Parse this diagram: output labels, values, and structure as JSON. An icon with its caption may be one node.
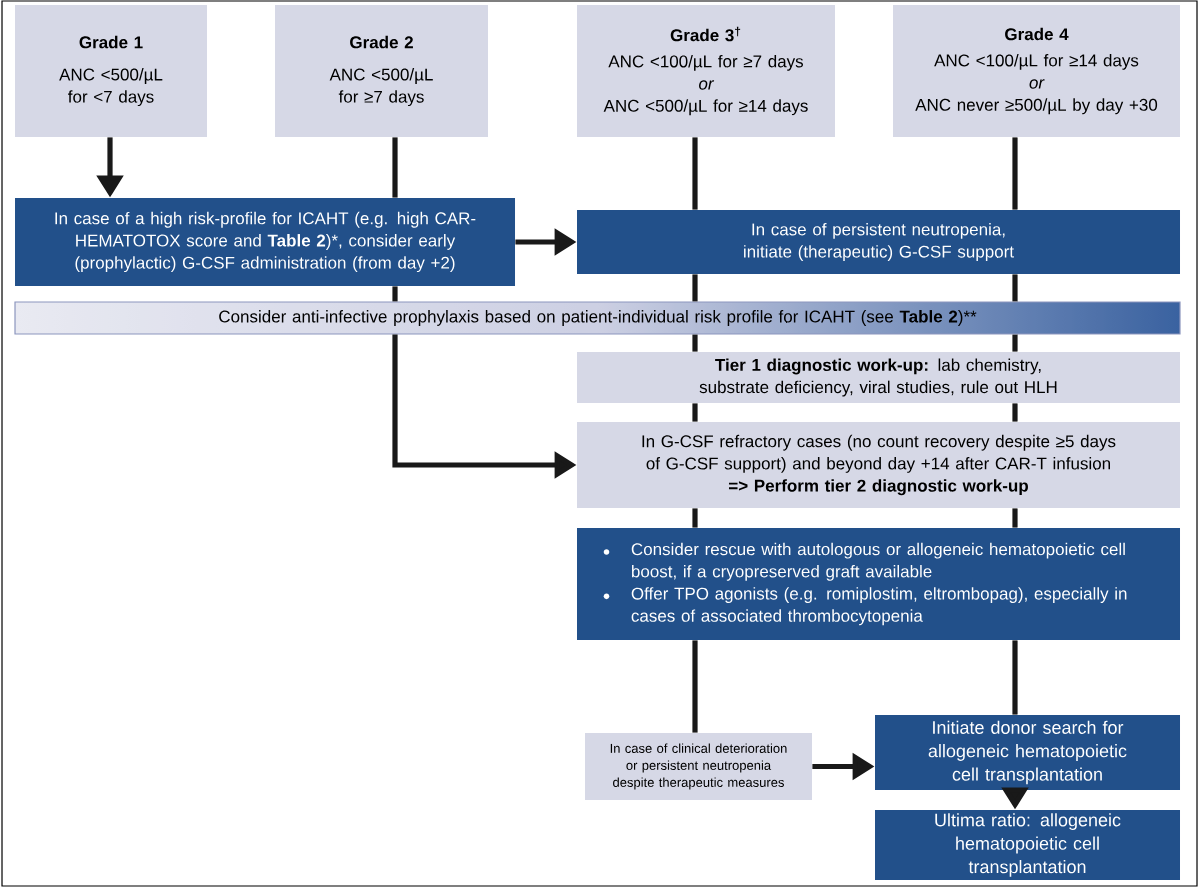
{
  "diagram": {
    "nodes": [
      {
        "text": [
          "Grade 1",
          "ANC <500/µL for <7 days"
        ]
      },
      {
        "text": [
          "Grade 2",
          "ANC <500/µL for ≥7 days"
        ]
      },
      {
        "text": [
          "Grade 3$^{†}$",
          "ANC <100/µL for ≥7 days",
          "or",
          "ANC <500/µL for ≥14 days"
        ]
      },
      {
        "text": [
          "Grade 4",
          "ANC <100/µL for ≥14 days",
          "or",
          "ANC never ≥500/µL by day +30"
        ]
      },
      {
        "text": [
          "In case of a high risk-profile for ICAHT (e.g. high CAR-HEMATOTOX score and **Table 2**)*, consider early (prophylactic) G-CSF administration (from day +2)"
        ]
      },
      {
        "text": [
          "In case of persistent neutropenia, initiate (therapeutic) G-CSF support"
        ]
      },
      {
        "text": [
          "Consider anti-infective prophylaxis based on patient-individual risk profile for ICAHT (see **Table 2**)**"
        ]
      },
      {
        "text": [
          "**Tier 1 diagnostic work-up:** lab chemistry, substrate deficiency, viral studies, rule out HLH"
        ]
      },
      {
        "text": [
          "In G-CSF refractory cases (no count recovery despite ≥5 days of G-CSF support) and beyond day +14 after CAR-T infusion",
          "=> Perform tier 2 diagnostic work-up"
        ]
      },
      {
        "text": [
          "Consider rescue with autologous or allogeneic hematopoietic cell boost, if a cryopreserved graft available",
          "Offer TPO agonists (e.g. romiplostim, eltrombopag), especially in cases of associated thrombocytopenia"
        ]
      },
      {
        "text": [
          "In case of clinical deterioration or persistent neutropenia despite therapeutic measures"
        ]
      },
      {
        "text": [
          "Initiate donor search for allogeneic hematopoietic cell transplantation"
        ]
      },
      {
        "text": [
          "Ultima ratio: allogeneic hematopoietic cell transplantation"
        ]
      }
    ],
    "edges": [
      {
        "from": 0,
        "to": 4,
        "arrow": "to"
      },
      {
        "from": 1,
        "to": 4,
        "arrow": "none"
      },
      {
        "from": 4,
        "to": 6,
        "arrow": "none"
      },
      {
        "from": 6,
        "to": 8,
        "arrow": "to"
      },
      {
        "from": 4,
        "to": 5,
        "arrow": "to"
      },
      {
        "from": 2,
        "to": 5,
        "arrow": "none"
      },
      {
        "from": 3,
        "to": 5,
        "arrow": "none"
      },
      {
        "from": 5,
        "to": 6,
        "arrow": "none"
      },
      {
        "from": 5,
        "to": 6,
        "arrow": "none"
      },
      {
        "from": 6,
        "to": 7,
        "arrow": "none"
      },
      {
        "from": 6,
        "to": 7,
        "arrow": "none"
      },
      {
        "from": 7,
        "to": 8,
        "arrow": "none"
      },
      {
        "from": 7,
        "to": 8,
        "arrow": "none"
      },
      {
        "from": 8,
        "to": 9,
        "arrow": "none"
      },
      {
        "from": 8,
        "to": 9,
        "arrow": "none"
      },
      {
        "from": 9,
        "to": 10,
        "arrow": "none"
      },
      {
        "from": 9,
        "to": 11,
        "arrow": "none"
      },
      {
        "from": 10,
        "to": 11,
        "arrow": "to"
      },
      {
        "from": 11,
        "to": 12,
        "arrow": "to"
      }
    ]
  }
}
